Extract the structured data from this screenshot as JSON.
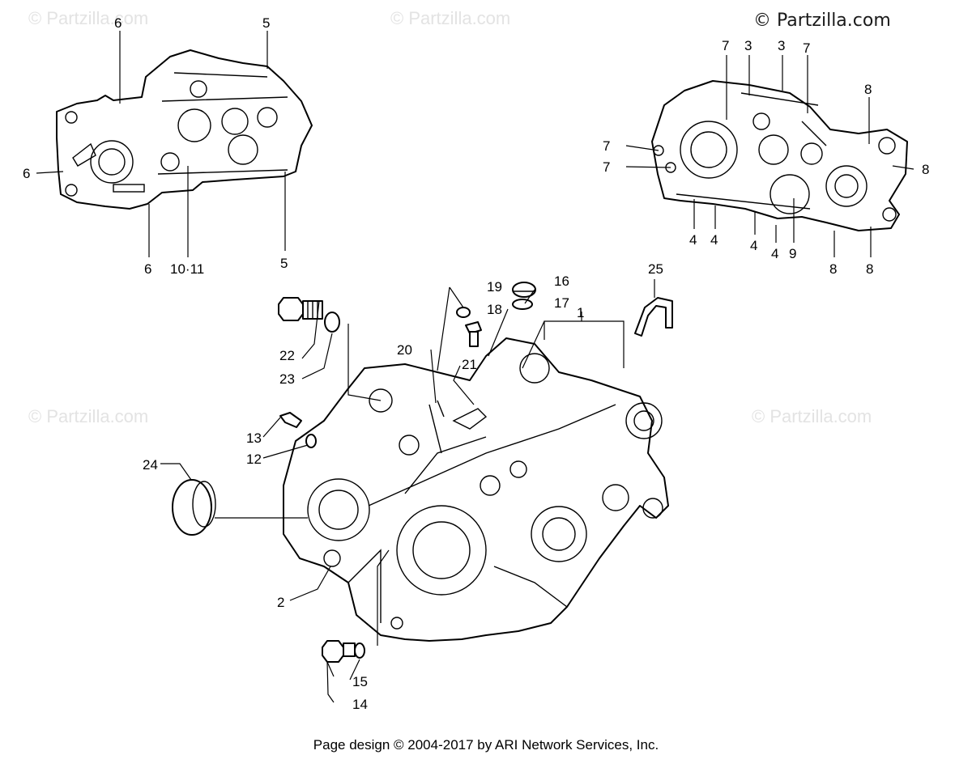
{
  "copyright": "© Partzilla.com",
  "watermark": "© Partzilla.com",
  "footer": "Page design © 2004-2017 by ARI Network Services, Inc.",
  "callouts": {
    "c1": "1",
    "c2": "2",
    "c3a": "3",
    "c3b": "3",
    "c4a": "4",
    "c4b": "4",
    "c4c": "4",
    "c4d": "4",
    "c5a": "5",
    "c5b": "5",
    "c6a": "6",
    "c6b": "6",
    "c6c": "6",
    "c7a": "7",
    "c7b": "7",
    "c7c": "7",
    "c7d": "7",
    "c8a": "8",
    "c8b": "8",
    "c8c": "8",
    "c8d": "8",
    "c9": "9",
    "c10_11": "10·11",
    "c12": "12",
    "c13": "13",
    "c14": "14",
    "c15": "15",
    "c16": "16",
    "c17": "17",
    "c18": "18",
    "c19": "19",
    "c20": "20",
    "c21": "21",
    "c22": "22",
    "c23": "23",
    "c24": "24",
    "c25": "25"
  }
}
